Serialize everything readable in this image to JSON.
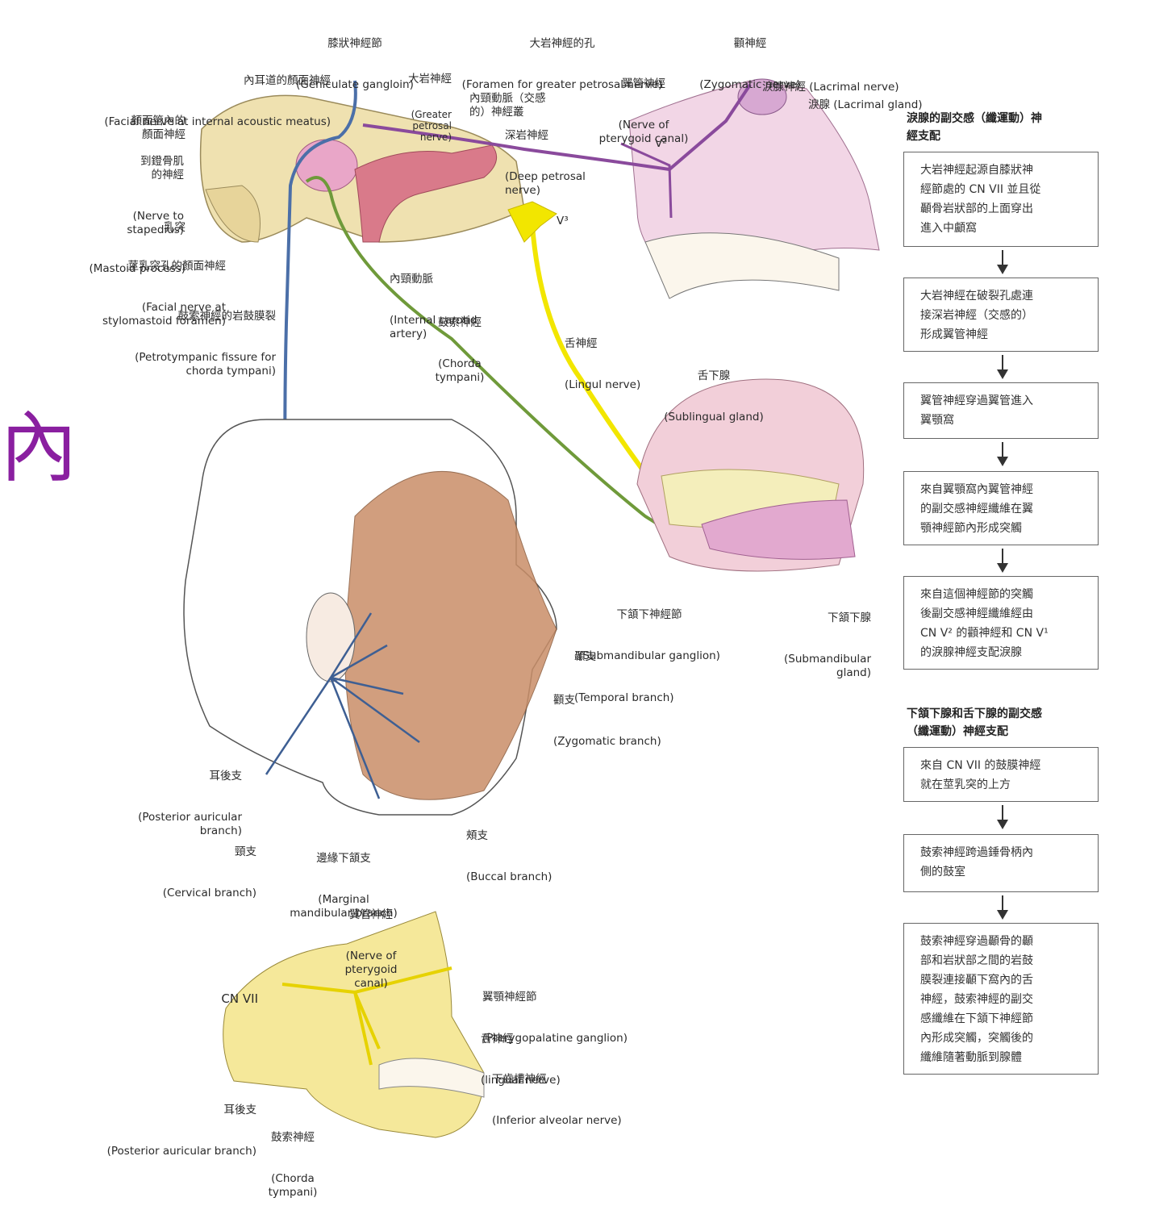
{
  "side_char": "內",
  "labels": {
    "geniculate": {
      "zh": "膝狀神經節",
      "en": "(Geniculate gangloin)"
    },
    "foramen": {
      "zh": "大岩神經的孔",
      "en": "(Foramen for greater petrosal nerve)"
    },
    "zygomatic_nerve": {
      "zh": "顴神經",
      "en": "(Zygomatic nerve)"
    },
    "internal_meatus": {
      "zh": "內耳道的顏面神經",
      "en": "(Facial nerve at internal acoustic meatus)"
    },
    "greater_petrosal": {
      "zh": "大岩神經",
      "en": "(Greater\npetrosal\nnerve)"
    },
    "carotid_plexus": {
      "zh": "內頸動脈（交感\n的）神經叢",
      "en": ""
    },
    "pterygoid_canal_nerve": {
      "zh": "翼管神經",
      "en": "(Nerve of\npterygoid canal)"
    },
    "lacrimal_nerve": {
      "zh": "淚腺神經 (Lacrimal nerve)",
      "en": ""
    },
    "lacrimal_gland": {
      "zh": "淚腺 (Lacrimal gland)",
      "en": ""
    },
    "facial_canal": {
      "zh": "顏面管內的\n顏面神經",
      "en": ""
    },
    "deep_petrosal": {
      "zh": "深岩神經",
      "en": "(Deep petrosal\nnerve)"
    },
    "v2": {
      "zh": "V²",
      "en": ""
    },
    "stapedius": {
      "zh": "到鐙骨肌\n的神經",
      "en": "(Nerve to\nstapedius)"
    },
    "v3": {
      "zh": "V³",
      "en": ""
    },
    "mastoid": {
      "zh": "乳突",
      "en": "(Mastoid process)"
    },
    "stylomastoid": {
      "zh": "莖乳突孔的顏面神經",
      "en": "(Facial nerve at\nstylomastoid foramen)"
    },
    "internal_carotid": {
      "zh": "內頸動脈",
      "en": "(Internal carotid\nartery)"
    },
    "petrotympanic": {
      "zh": "鼓索神經的岩鼓膜裂",
      "en": "(Petrotympanic fissure for\nchorda tympani)"
    },
    "chorda_top": {
      "zh": "鼓索神經",
      "en": "(Chorda\ntympani)"
    },
    "lingual_top": {
      "zh": "舌神經",
      "en": "(Lingul nerve)"
    },
    "sublingual": {
      "zh": "舌下腺",
      "en": "(Sublingual gland)"
    },
    "submandibular_ganglion": {
      "zh": "下頷下神經節",
      "en": "(Submandibular ganglion)"
    },
    "submandibular_gland": {
      "zh": "下頷下腺",
      "en": "(Submandibular\ngland)"
    },
    "temporal_branch": {
      "zh": "顳支",
      "en": "(Temporal branch)"
    },
    "zygomatic_branch": {
      "zh": "顴支",
      "en": "(Zygomatic branch)"
    },
    "posterior_auricular": {
      "zh": "耳後支",
      "en": "(Posterior auricular\nbranch)"
    },
    "buccal": {
      "zh": "頰支",
      "en": "(Buccal branch)"
    },
    "cervical": {
      "zh": "頸支",
      "en": "(Cervical branch)"
    },
    "marginal": {
      "zh": "邊緣下頷支",
      "en": "(Marginal\nmandibular branch)"
    },
    "pterygoid_canal_bottom": {
      "zh": "翼管神經",
      "en": "(Nerve of\npterygoid\ncanal)"
    },
    "cn7": {
      "zh": "CN VII",
      "en": ""
    },
    "pterygopalatine": {
      "zh": "翼顎神經節",
      "en": "(Pterygopalatine ganglion)"
    },
    "lingual_bottom": {
      "zh": "舌神經",
      "en": "(lingual nerve)"
    },
    "inferior_alveolar": {
      "zh": "下齒槽神經",
      "en": "(Inferior alveolar nerve)"
    },
    "posterior_auricular_bottom": {
      "zh": "耳後支",
      "en": "(Posterior auricular branch)"
    },
    "chorda_bottom": {
      "zh": "鼓索神經",
      "en": "(Chorda\ntympani)"
    }
  },
  "flow1": {
    "title": "淚腺的副交感（纖運動）神\n經支配",
    "steps": [
      "大岩神經起源自膝狀神\n經節處的 CN VII 並且從\n顳骨岩狀部的上面穿出\n進入中顱窩",
      "大岩神經在破裂孔處連\n接深岩神經（交感的）\n形成翼管神經",
      "翼管神經穿過翼管進入\n翼顎窩",
      "來自翼顎窩內翼管神經\n的副交感神經纖維在翼\n顎神經節內形成突觸",
      "來自這個神經節的突觸\n後副交感神經纖維經由\nCN V² 的顴神經和 CN V¹\n的淚腺神經支配淚腺"
    ]
  },
  "flow2": {
    "title": "下頷下腺和舌下腺的副交感\n（纖運動）神經支配",
    "steps": [
      "來自 CN VII 的鼓膜神經\n就在莖乳突的上方",
      "鼓索神經跨過錘骨柄內\n側的鼓室",
      "鼓索神經穿過顳骨的顳\n部和岩狀部之間的岩鼓\n膜裂連接顳下窩內的舌\n神經，鼓索神經的副交\n感纖維在下頷下神經節\n內形成突觸，突觸後的\n纖維隨著動脈到腺體"
    ]
  },
  "colors": {
    "facial_nerve": "#4b6fa8",
    "chorda": "#6f9a3a",
    "lingual": "#f2e600",
    "petrosal": "#8a4a9c",
    "bone": "#efe1b0",
    "muscle": "#c98e68",
    "gland": "#e6b8d0",
    "accent": "#8a1fa0"
  }
}
